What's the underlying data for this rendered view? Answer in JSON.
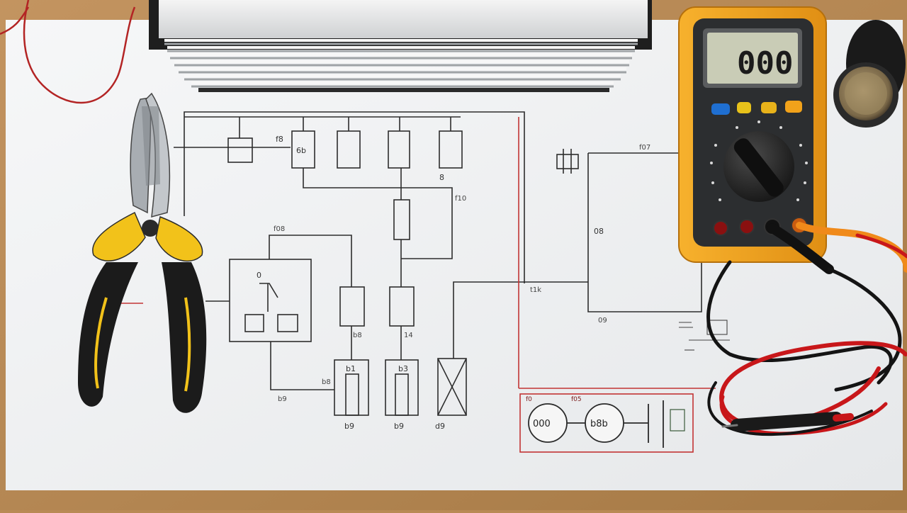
{
  "scene": {
    "objects": [
      "pliers",
      "heatsink",
      "multimeter",
      "probe-leads",
      "coin-cell",
      "schematic-paper"
    ]
  },
  "colors": {
    "desk": "#b98a55",
    "paper": "#f3f4f5",
    "pliers_handle_yellow": "#f2c21a",
    "pliers_handle_black": "#1b1b1b",
    "meter_body": "#f0a21e",
    "meter_lcd": "#c9ccb6",
    "probe_red": "#c8171a",
    "probe_black": "#141414",
    "wire_red": "#b32424"
  },
  "multimeter": {
    "display": "000"
  },
  "schematic": {
    "labels": {
      "top_left_box": "f8",
      "box2_text": "6b",
      "box3_tag": "8",
      "right_of_res": "f10",
      "mid_tag": "f08",
      "left_block_tag": "0",
      "comp_a_lower": "b8",
      "comp_b_lower": "14",
      "bottom_block_tag": "b8",
      "block_b1": "b1",
      "block_b3": "b3",
      "footer_1": "b9",
      "footer_2": "b9",
      "footer_3": "d9",
      "junction": "t1k",
      "right_top_tag": "f07",
      "right_mid_tag": "08",
      "right_bottom_tag": "09",
      "red_box_top_1": "f0",
      "red_box_top_2": "f05",
      "circle_1": "000",
      "circle_2": "b8b"
    }
  }
}
